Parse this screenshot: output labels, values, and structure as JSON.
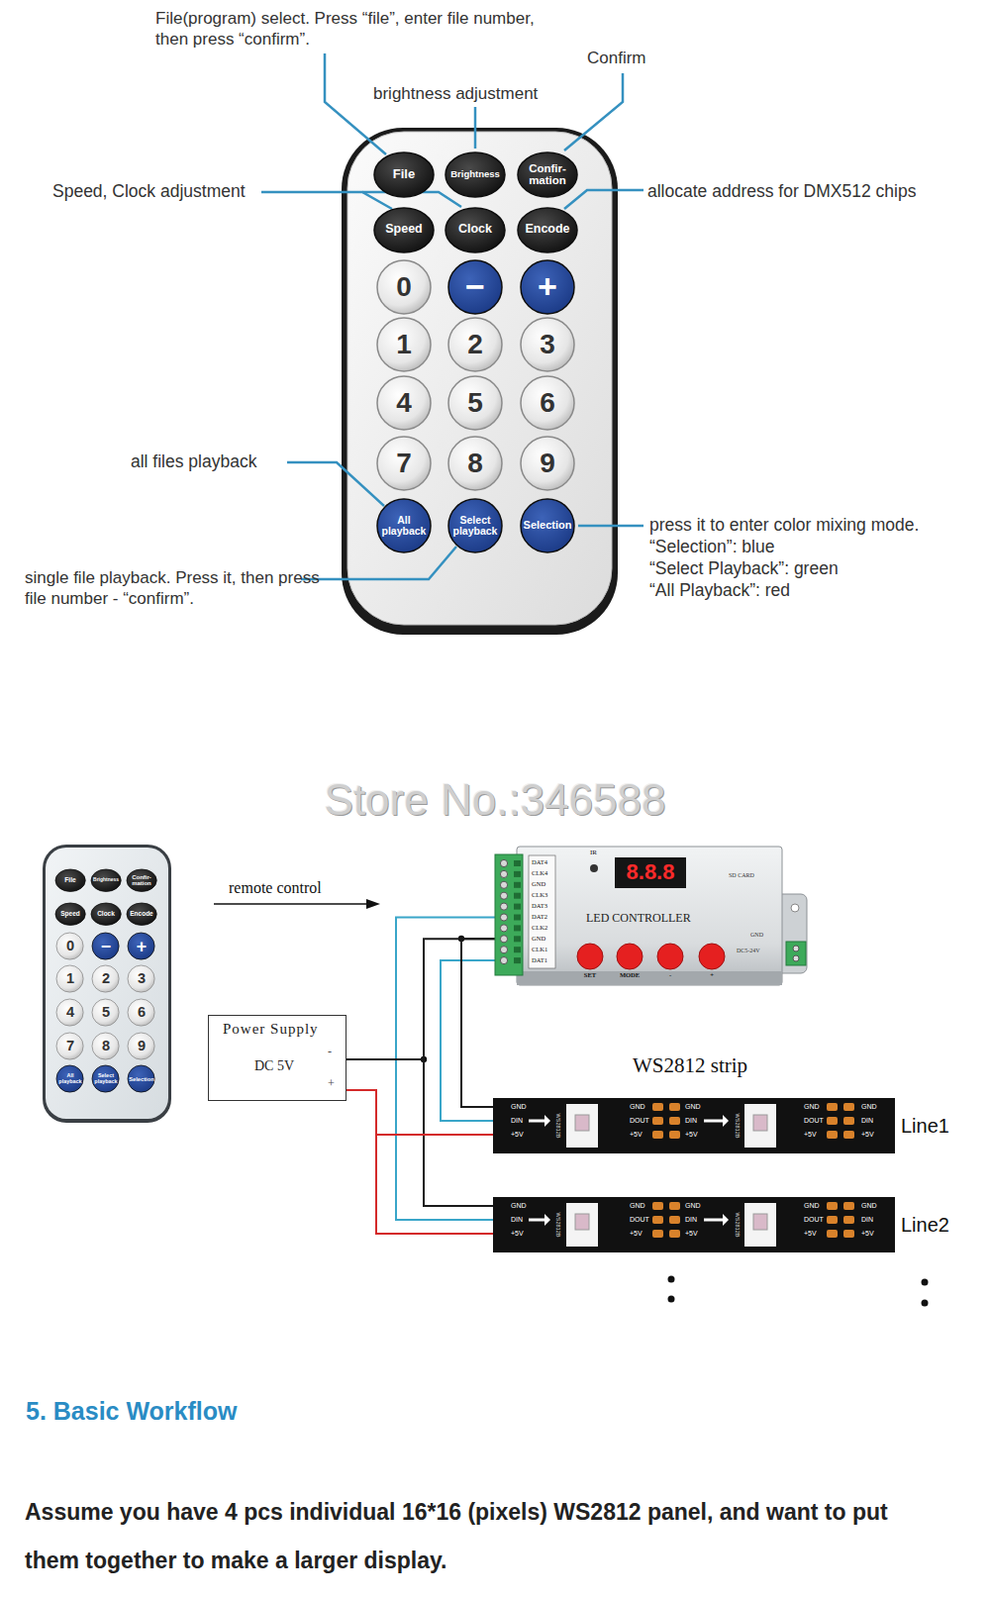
{
  "diagram": {
    "nodes": [
      {
        "text": [
          "File"
        ]
      },
      {
        "text": [
          "Brightness"
        ]
      },
      {
        "text": [
          "Confir- mation"
        ]
      },
      {
        "text": [
          "Speed"
        ]
      },
      {
        "text": [
          "Clock"
        ]
      },
      {
        "text": [
          "Encode"
        ]
      },
      {
        "text": [
          "0"
        ]
      },
      {
        "text": [
          "−"
        ]
      },
      {
        "text": [
          "+"
        ]
      },
      {
        "text": [
          "1"
        ]
      },
      {
        "text": [
          "2"
        ]
      },
      {
        "text": [
          "3"
        ]
      },
      {
        "text": [
          "4"
        ]
      },
      {
        "text": [
          "5"
        ]
      },
      {
        "text": [
          "6"
        ]
      },
      {
        "text": [
          "7"
        ]
      },
      {
        "text": [
          "8"
        ]
      },
      {
        "text": [
          "9"
        ]
      },
      {
        "text": [
          "All playback"
        ]
      },
      {
        "text": [
          "Select playback"
        ]
      },
      {
        "text": [
          "Selection"
        ]
      },
      {
        "text": [
          "File"
        ]
      },
      {
        "text": [
          "Brightness"
        ]
      },
      {
        "text": [
          "Confir- mation"
        ]
      },
      {
        "text": [
          "Speed"
        ]
      },
      {
        "text": [
          "Clock"
        ]
      },
      {
        "text": [
          "Encode"
        ]
      },
      {
        "text": [
          "0"
        ]
      },
      {
        "text": [
          "−"
        ]
      },
      {
        "text": [
          "+"
        ]
      },
      {
        "text": [
          "1"
        ]
      },
      {
        "text": [
          "2"
        ]
      },
      {
        "text": [
          "3"
        ]
      },
      {
        "text": [
          "4"
        ]
      },
      {
        "text": [
          "5"
        ]
      },
      {
        "text": [
          "6"
        ]
      },
      {
        "text": [
          "7"
        ]
      },
      {
        "text": [
          "8"
        ]
      },
      {
        "text": [
          "9"
        ]
      },
      {
        "text": [
          "All playback"
        ]
      },
      {
        "text": [
          "Select playback"
        ]
      },
      {
        "text": [
          "Selection"
        ]
      },
      {
        "text": [
          "LED CONTROLLER",
          "DAT4",
          "CLK4",
          "GND",
          "CLK3",
          "DAT3",
          "DAT2",
          "CLK2",
          "GND",
          "CLK1",
          "DAT1",
          "IR",
          "8.8.8",
          "SD CARD",
          "GND",
          "DC5-24V",
          "SET",
          "MODE",
          "-",
          "+"
        ]
      },
      {
        "text": [
          "Power Supply",
          "DC 5V",
          "-",
          "+"
        ]
      },
      {
        "text": [
          "GND",
          "DIN",
          "+5V",
          "WS2812B",
          "GND",
          "DOUT",
          "+5V",
          "GND",
          "DIN",
          "+5V",
          "WS2812B",
          "GND",
          "DOUT",
          "+5V",
          "GND",
          "DIN",
          "+5V"
        ]
      },
      {
        "text": [
          "GND",
          "DIN",
          "+5V",
          "WS2812B",
          "GND",
          "DOUT",
          "+5V",
          "GND",
          "DIN",
          "+5V",
          "WS2812B",
          "GND",
          "DOUT",
          "+5V",
          "GND",
          "DIN",
          "+5V"
        ]
      }
    ],
    "edges": [
      {
        "from": 42,
        "to": 44,
        "arrow": "none"
      },
      {
        "from": 42,
        "to": 45,
        "arrow": "none"
      },
      {
        "from": 42,
        "to": 44,
        "arrow": "none"
      },
      {
        "from": 43,
        "to": 42,
        "arrow": "none"
      },
      {
        "from": 43,
        "to": 45,
        "arrow": "none"
      },
      {
        "from": 43,
        "to": 44,
        "arrow": "none"
      },
      {
        "from": 43,
        "to": 45,
        "arrow": "none"
      }
    ],
    "labels": [
      "File(program) select. Press “file”, enter file number, then press “confirm”.",
      "Confirm",
      "brightness adjustment",
      "Speed, Clock adjustment",
      "allocate address for DMX512 chips",
      "all files playback",
      "single file playback. Press it, then press file number - “confirm”.",
      "press it to enter color mixing mode.",
      "“Selection”: blue",
      "“Select Playback”: green",
      "“All Playback”: red",
      "Store No.:346588",
      "remote control",
      "WS2812 strip",
      "Line1",
      "Line2",
      "5. Basic Workflow",
      "Assume you have 4 pcs individual 16*16 (pixels) WS2812 panel, and want to put them together to make a larger display."
    ]
  }
}
